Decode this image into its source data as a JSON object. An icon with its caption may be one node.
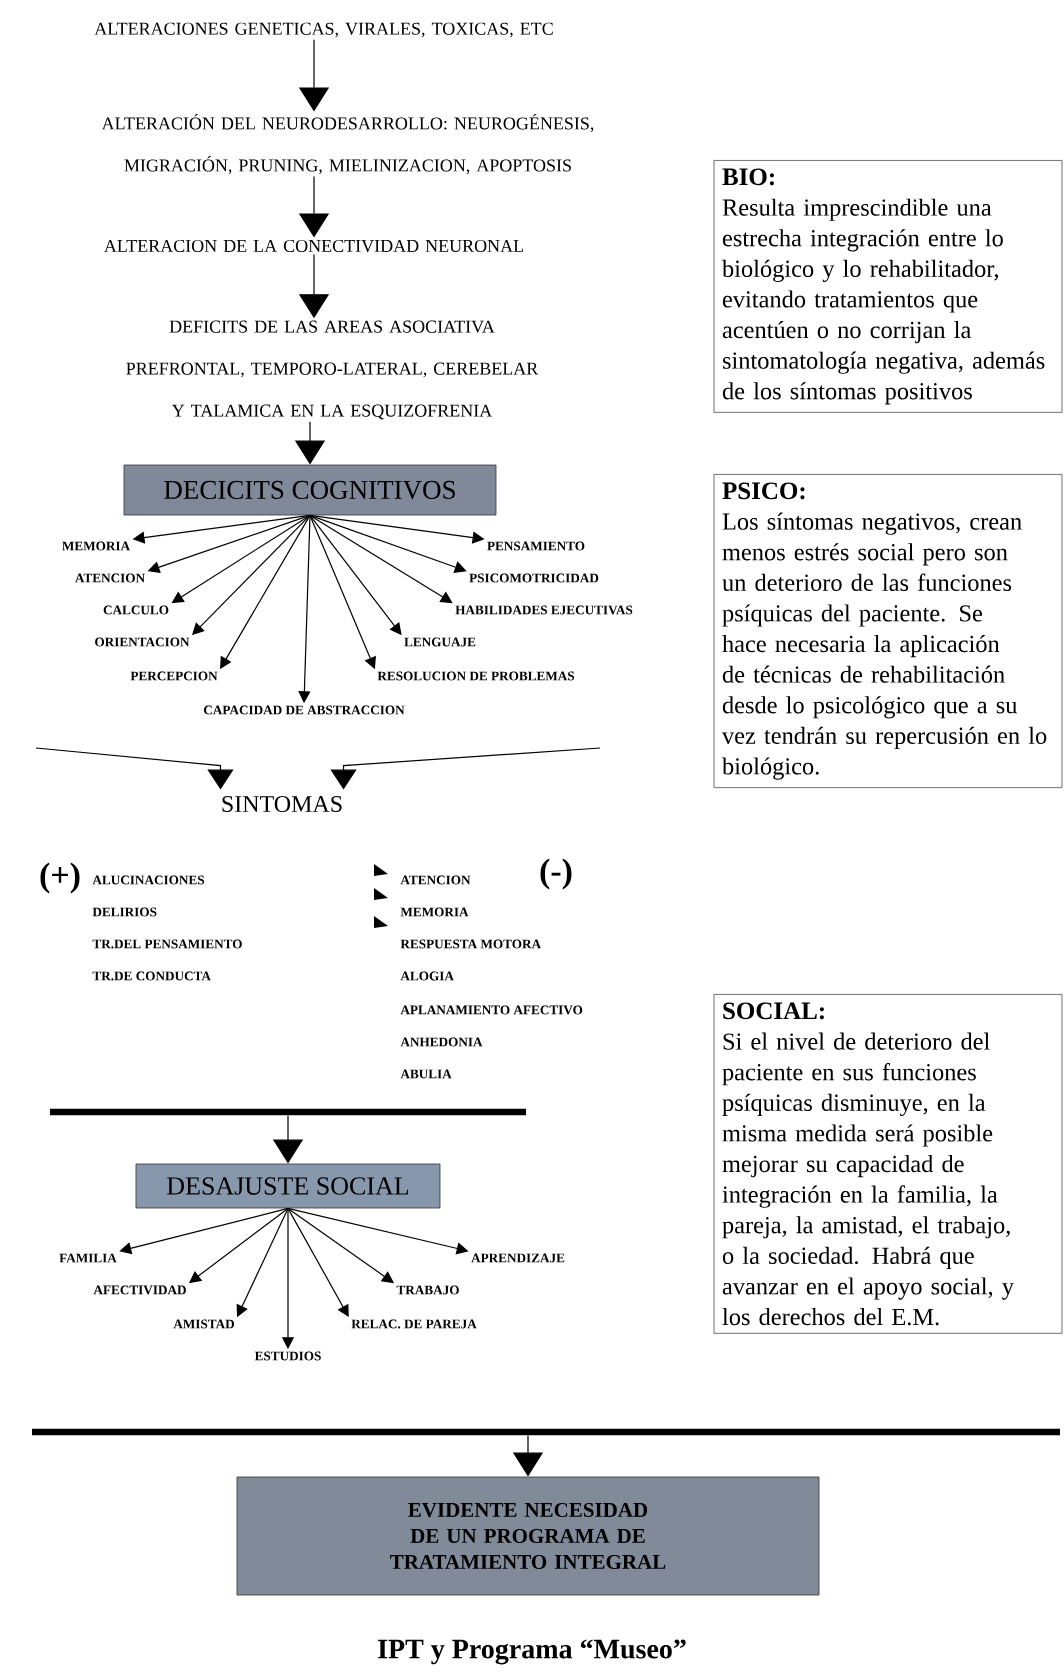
{
  "diagram": {
    "caption": "IPT y Programa “Museo”",
    "nodes": [
      {
        "text": [
          "ALTERACIONES GENETICAS, VIRALES, TOXICAS, ETC"
        ]
      },
      {
        "text": [
          "ALTERACIÓN DEL NEURODESARROLLO: NEUROGÉNESIS, MIGRACIÓN, PRUNING, MIELINIZACION, APOPTOSIS"
        ]
      },
      {
        "text": [
          "ALTERACION DE LA CONECTIVIDAD NEURONAL"
        ]
      },
      {
        "text": [
          "DEFICITS DE LAS AREAS ASOCIATIVA PREFRONTAL, TEMPORO-LATERAL, CEREBELAR Y TALAMICA EN LA ESQUIZOFRENIA"
        ]
      },
      {
        "text": [
          "DECICITS COGNITIVOS"
        ]
      },
      {
        "text": [
          "MEMORIA"
        ]
      },
      {
        "text": [
          "PENSAMIENTO"
        ]
      },
      {
        "text": [
          "ATENCION"
        ]
      },
      {
        "text": [
          "PSICOMOTRICIDAD"
        ]
      },
      {
        "text": [
          "CALCULO"
        ]
      },
      {
        "text": [
          "HABILIDADES EJECUTIVAS"
        ]
      },
      {
        "text": [
          "ORIENTACION"
        ]
      },
      {
        "text": [
          "LENGUAJE"
        ]
      },
      {
        "text": [
          "PERCEPCION"
        ]
      },
      {
        "text": [
          "RESOLUCION DE PROBLEMAS"
        ]
      },
      {
        "text": [
          "CAPACIDAD DE ABSTRACCION"
        ]
      },
      {
        "text": [
          "SINTOMAS"
        ]
      },
      {
        "text": [],
        "shape": "bar"
      },
      {
        "text": [
          "DESAJUSTE SOCIAL"
        ]
      },
      {
        "text": [
          "FAMILIA"
        ]
      },
      {
        "text": [
          "APRENDIZAJE"
        ]
      },
      {
        "text": [
          "AFECTIVIDAD"
        ]
      },
      {
        "text": [
          "TRABAJO"
        ]
      },
      {
        "text": [
          "AMISTAD"
        ]
      },
      {
        "text": [
          "RELAC. DE PAREJA"
        ]
      },
      {
        "text": [
          "ESTUDIOS"
        ]
      },
      {
        "text": [],
        "shape": "bar"
      },
      {
        "text": [
          "EVIDENTE NECESIDAD DE UN PROGRAMA DE TRATAMIENTO INTEGRAL"
        ]
      },
      {
        "text": [
          "BIO:",
          "Resulta imprescindible una estrecha integración entre lo biológico y lo rehabilitador, evitando tratamientos que acentúen o no corrijan la sintomatología negativa, además de los síntomas positivos"
        ]
      },
      {
        "text": [
          "PSICO:",
          "Los síntomas negativos, crean menos estrés social pero son un deterioro de las funciones psíquicas del paciente. Se hace necesaria la aplicación de técnicas de rehabilitación desde lo psicológico que a su vez tendrán su repercusión en lo biológico."
        ]
      },
      {
        "text": [
          "SOCIAL:",
          "Si el nivel de deterioro del paciente en sus funciones psíquicas disminuye, en la misma medida será posible mejorar su capacidad de integración en la familia, la pareja, la amistad, el trabajo, o la sociedad. Habrá que avanzar en el apoyo social, y los derechos del E.M."
        ]
      }
    ],
    "edges": [
      {
        "from": 0,
        "to": 1,
        "arrow": "to"
      },
      {
        "from": 1,
        "to": 2,
        "arrow": "to"
      },
      {
        "from": 2,
        "to": 3,
        "arrow": "to"
      },
      {
        "from": 3,
        "to": 4,
        "arrow": "to"
      },
      {
        "from": 4,
        "to": 5,
        "arrow": "to"
      },
      {
        "from": 4,
        "to": 6,
        "arrow": "to"
      },
      {
        "from": 4,
        "to": 7,
        "arrow": "to"
      },
      {
        "from": 4,
        "to": 8,
        "arrow": "to"
      },
      {
        "from": 4,
        "to": 9,
        "arrow": "to"
      },
      {
        "from": 4,
        "to": 10,
        "arrow": "to"
      },
      {
        "from": 4,
        "to": 11,
        "arrow": "to"
      },
      {
        "from": 4,
        "to": 12,
        "arrow": "to"
      },
      {
        "from": 4,
        "to": 13,
        "arrow": "to"
      },
      {
        "from": 4,
        "to": 14,
        "arrow": "to"
      },
      {
        "from": 4,
        "to": 15,
        "arrow": "to"
      },
      {
        "from": null,
        "to": 16,
        "arrow": "to"
      },
      {
        "from": null,
        "to": 16,
        "arrow": "to"
      },
      {
        "from": 17,
        "to": 18,
        "arrow": "to"
      },
      {
        "from": 18,
        "to": 19,
        "arrow": "to"
      },
      {
        "from": 18,
        "to": 20,
        "arrow": "to"
      },
      {
        "from": 18,
        "to": 21,
        "arrow": "to"
      },
      {
        "from": 18,
        "to": 22,
        "arrow": "to"
      },
      {
        "from": 18,
        "to": 23,
        "arrow": "to"
      },
      {
        "from": 18,
        "to": 24,
        "arrow": "to"
      },
      {
        "from": 18,
        "to": 25,
        "arrow": "to"
      },
      {
        "from": 26,
        "to": 27,
        "arrow": "to"
      }
    ],
    "labels": [
      "(+)",
      "ALUCINACIONES",
      "ATENCION",
      "(-)",
      "DELIRIOS",
      "MEMORIA",
      "TR.DEL PENSAMIENTO",
      "RESPUESTA MOTORA",
      "TR.DE CONDUCTA",
      "ALOGIA",
      "APLANAMIENTO AFECTIVO",
      "ANHEDONIA",
      "ABULIA"
    ]
  }
}
